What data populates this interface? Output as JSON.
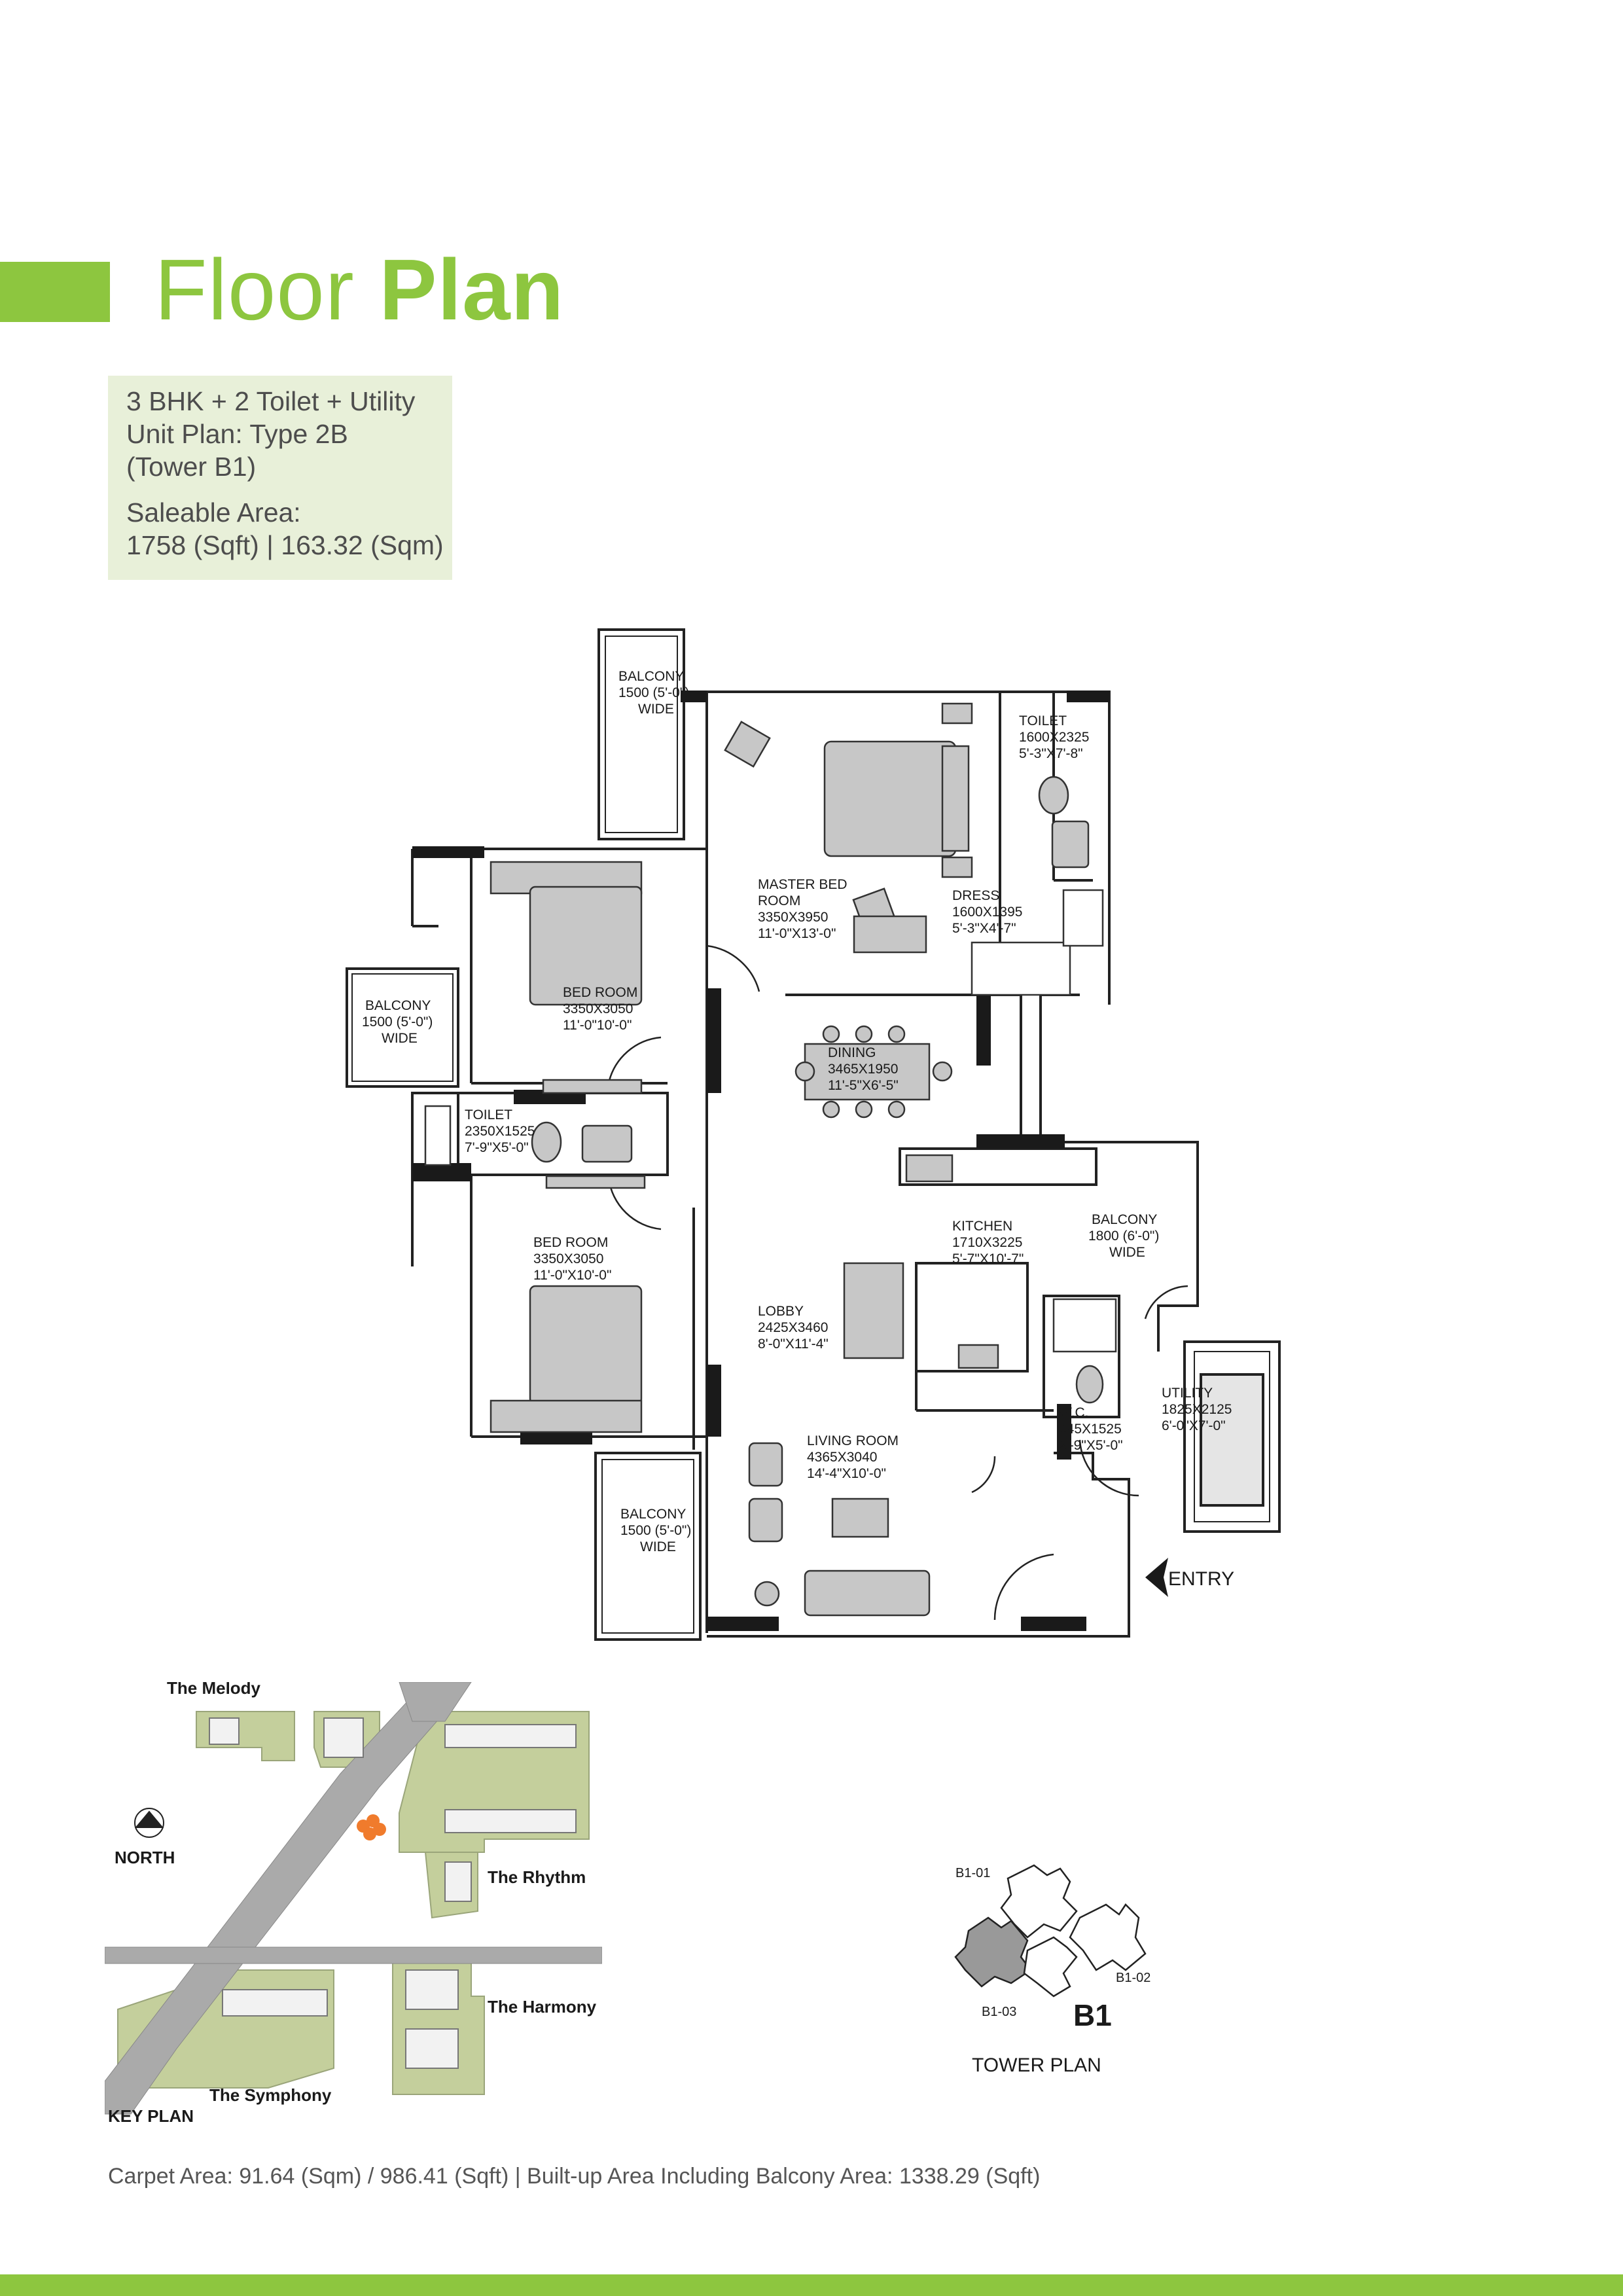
{
  "header": {
    "title_light": "Floor",
    "title_bold": "Plan"
  },
  "unit_info": {
    "line1": "3 BHK + 2 Toilet + Utility",
    "line2": "Unit Plan: Type 2B",
    "line3": "(Tower B1)",
    "area_label": "Saleable Area:",
    "area_value": "1758 (Sqft) | 163.32 (Sqm)"
  },
  "floor_plan": {
    "balcony_top": {
      "name": "BALCONY",
      "dim1": "1500 (5'-0\")",
      "dim2": "WIDE"
    },
    "toilet_master": {
      "name": "TOILET",
      "dim1": "1600X2325",
      "dim2": "5'-3\"X7'-8\""
    },
    "master_bed": {
      "name1": "MASTER BED",
      "name2": "ROOM",
      "dim1": "3350X3950",
      "dim2": "11'-0\"X13'-0\""
    },
    "dress": {
      "name": "DRESS",
      "dim1": "1600X1395",
      "dim2": "5'-3\"X4'-7\""
    },
    "bed_room_1": {
      "name": "BED ROOM",
      "dim1": "3350X3050",
      "dim2": "11'-0\"10'-0\""
    },
    "balcony_left": {
      "name": "BALCONY",
      "dim1": "1500 (5'-0\")",
      "dim2": "WIDE"
    },
    "dining": {
      "name": "DINING",
      "dim1": "3465X1950",
      "dim2": "11'-5\"X6'-5\""
    },
    "toilet_common": {
      "name": "TOILET",
      "dim1": "2350X1525",
      "dim2": "7'-9\"X5'-0\""
    },
    "bed_room_2": {
      "name": "BED ROOM",
      "dim1": "3350X3050",
      "dim2": "11'-0\"X10'-0\""
    },
    "kitchen": {
      "name": "KITCHEN",
      "dim1": "1710X3225",
      "dim2": "5'-7\"X10'-7\""
    },
    "balcony_right": {
      "name": "BALCONY",
      "dim1": "1800 (6'-0\")",
      "dim2": "WIDE"
    },
    "lobby": {
      "name": "LOBBY",
      "dim1": "2425X3460",
      "dim2": "8'-0\"X11'-4\""
    },
    "wc": {
      "name": "W.C.",
      "dim1": "845X1525",
      "dim2": "2'-9\"X5'-0\""
    },
    "utility": {
      "name": "UTILITY",
      "dim1": "1825X2125",
      "dim2": "6'-0\"X7'-0\""
    },
    "living_room": {
      "name": "LIVING ROOM",
      "dim1": "4365X3040",
      "dim2": "14'-4\"X10'-0\""
    },
    "balcony_bottom": {
      "name": "BALCONY",
      "dim1": "1500 (5'-0\")",
      "dim2": "WIDE"
    },
    "entry": "ENTRY"
  },
  "key_plan": {
    "melody": "The Melody",
    "north": "NORTH",
    "rhythm": "The Rhythm",
    "harmony": "The Harmony",
    "symphony": "The Symphony",
    "key_plan_label": "KEY PLAN"
  },
  "tower_plan": {
    "b1_01": "B1-01",
    "b1_02": "B1-02",
    "b1_03": "B1-03",
    "tower_name": "B1",
    "label": "TOWER PLAN"
  },
  "footer": {
    "areas": "Carpet Area: 91.64 (Sqm) / 986.41 (Sqft) | Built-up Area Including Balcony Area: 1338.29 (Sqft)"
  },
  "colors": {
    "accent": "#8dc63f",
    "info_bg": "#e8f0d9",
    "site_green": "#c4cf9c",
    "highlight_unit": "#f07b2c"
  }
}
